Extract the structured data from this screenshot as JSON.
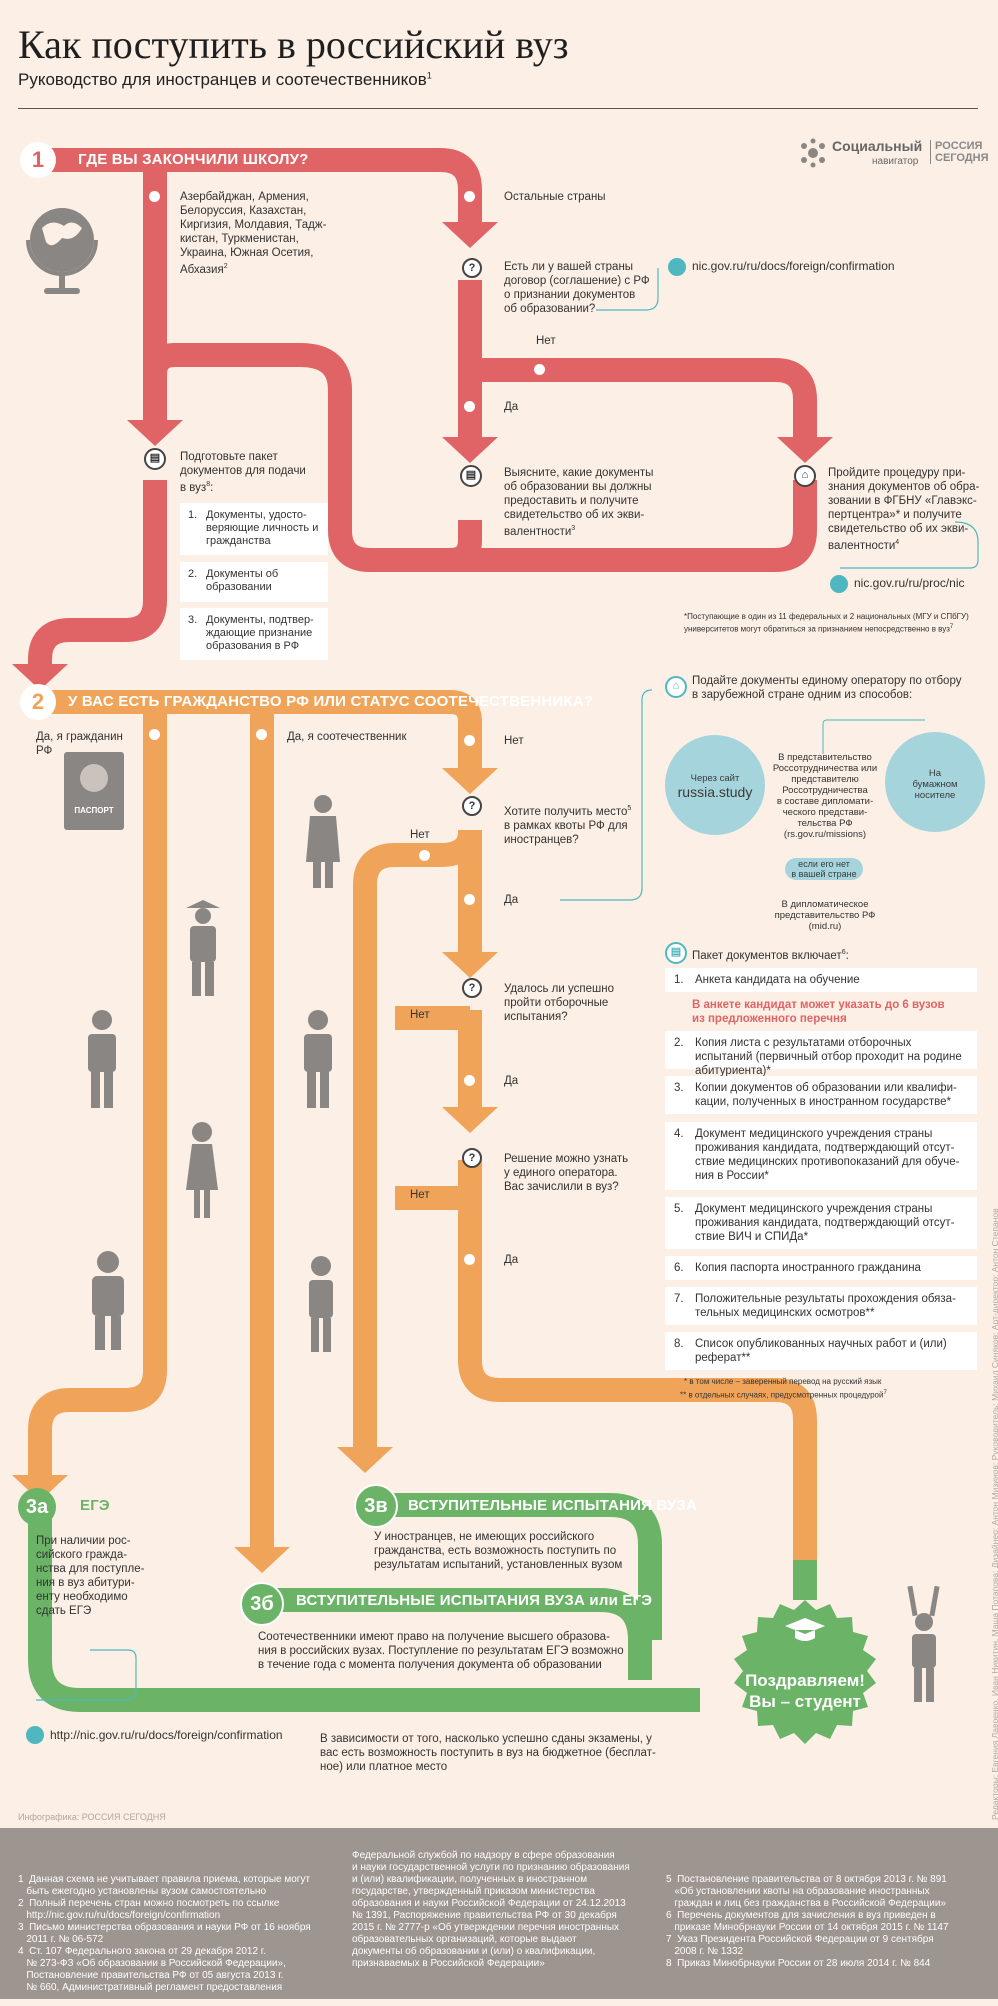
{
  "header": {
    "title": "Как поступить в российский вуз",
    "subtitle": "Руководство для иностранцев и соотечественников",
    "subtitle_sup": "1"
  },
  "logo": {
    "name": "Социальный",
    "sub": "навигатор",
    "brand": "РОССИЯ СЕГОДНЯ"
  },
  "colors": {
    "red": "#e06465",
    "orange": "#f0a45a",
    "green": "#6bb367",
    "teal": "#4fb7bf",
    "gray": "#8a8683"
  },
  "s1": {
    "num": "1",
    "title": "ГДЕ ВЫ ЗАКОНЧИЛИ ШКОЛУ?",
    "countries": [
      "Азербайджан, Армения,",
      "Белоруссия, Казахстан,",
      "Киргизия, Молдавия, Тадж-",
      "кистан, Туркменистан,",
      "Украина, Южная Осетия,",
      "Абхазия"
    ],
    "countries_sup": "2",
    "other": "Остальные страны",
    "question": [
      "Есть ли у вашей страны",
      "договор (соглашение) с РФ",
      "о признании документов",
      "об образовании?"
    ],
    "link1": "nic.gov.ru/ru/docs/foreign/confirmation",
    "no": "Нет",
    "yes": "Да",
    "prepare": [
      "Подготовьте пакет",
      "документов для подачи",
      "в вуз"
    ],
    "prepare_sup": "8",
    "prepare_colon": ":",
    "docs": [
      {
        "n": "1.",
        "t": "Документы, удосто-веряющие личность и гражданства"
      },
      {
        "n": "2.",
        "t": "Документы об образовании"
      },
      {
        "n": "3.",
        "t": "Документы, подтвер-ждающие признание образования в РФ"
      }
    ],
    "findout": [
      "Выясните, какие документы",
      "об образовании вы должны",
      "предоставить и получите",
      "свидетельство об их экви-",
      "валентности"
    ],
    "findout_sup": "3",
    "procedure": [
      "Пройдите процедуру при-",
      "знания документов об обра-",
      "зовании в ФГБНУ «Главэкс-",
      "пертцентра»* и получите",
      "свидетельство об их экви-",
      "валентности"
    ],
    "procedure_sup": "4",
    "link2": "nic.gov.ru/ru/proc/nic",
    "note": [
      "*Поступающие в один из 11 федеральных и 2 национальных (МГУ и СПбГУ)",
      "университетов могут обратиться за признанием непосредственно в вуз"
    ],
    "note_sup": "7"
  },
  "s2": {
    "num": "2",
    "title": "У ВАС ЕСТЬ ГРАЖДАНСТВО РФ ИЛИ СТАТУС СООТЕЧЕСТВЕННИКА?",
    "citizen": [
      "Да, я гражданин",
      "РФ"
    ],
    "passport": "ПАСПОРТ",
    "compatriot": "Да, я соотечественник",
    "no": "Нет",
    "q1": [
      "Хотите получить место",
      "в рамках квоты РФ для",
      "иностранцев?"
    ],
    "q1_sup": "5",
    "q2": [
      "Удалось ли успешно",
      "пройти отборочные",
      "испытания?"
    ],
    "q3": [
      "Решение можно узнать",
      "у единого оператора.",
      "Вас зачислили в вуз?"
    ],
    "no_label": "Нет",
    "yes_label": "Да",
    "submit": [
      "Подайте документы единому оператору по отбору",
      "в зарубежной стране одним из способов:"
    ],
    "site_label": "Через сайт",
    "site": "russia.study",
    "rep": [
      "В представительство",
      "Россотрудничества или",
      "представителю",
      "Россотрудничества",
      "в составе дипломати-",
      "ческого представи-",
      "тельства РФ",
      "(rs.gov.ru/missions)"
    ],
    "paper": [
      "На",
      "бумажном",
      "носителе"
    ],
    "ifnot": [
      "если его нет",
      "в вашей стране"
    ],
    "dip": [
      "В дипломатическое",
      "представительство РФ",
      "(mid.ru)"
    ],
    "package_title": "Пакет документов включает",
    "package_sup": "6",
    "package": [
      {
        "n": "1.",
        "t": "Анкета кандидата на обучение"
      },
      {
        "n": "2.",
        "t": "Копия листа с результатами отборочных испытаний (первичный отбор проходит на родине абитуриента)*"
      },
      {
        "n": "3.",
        "t": "Копии документов об образовании или квалифи-кации, полученных в иностранном государстве*"
      },
      {
        "n": "4.",
        "t": "Документ медицинского учреждения страны проживания кандидата, подтверждающий отсут-ствие медицинских противопоказаний для обуче-ния в России*"
      },
      {
        "n": "5.",
        "t": "Документ медицинского учреждения страны проживания кандидата, подтверждающий отсут-ствие ВИЧ и СПИДа*"
      },
      {
        "n": "6.",
        "t": "Копия паспорта иностранного гражданина"
      },
      {
        "n": "7.",
        "t": "Положительные результаты прохождения обяза-тельных медицинских осмотров**"
      },
      {
        "n": "8.",
        "t": "Список опубликованных научных работ и (или) реферат**"
      }
    ],
    "warning": [
      "В анкете кандидат может указать до 6 вузов",
      "из предложенного перечня"
    ],
    "fn1": "* в том числе – заверенный перевод на русский язык",
    "fn2": "** в отдельных случаях, предусмотренных процедурой",
    "fn2_sup": "7"
  },
  "s3": {
    "a_num": "3а",
    "a_title": "ЕГЭ",
    "a_text": [
      "При наличии рос-",
      "сийского гражда-",
      "нства для поступле-",
      "ния в вуз абитури-",
      "енту необходимо",
      "сдать ЕГЭ"
    ],
    "link": "http://nic.gov.ru/ru/docs/foreign/confirmation",
    "b_num": "3б",
    "b_title": "ВСТУПИТЕЛЬНЫЕ ИСПЫТАНИЯ ВУЗА или ЕГЭ",
    "b_text": [
      "Соотечественники имеют право на получение высшего образова-",
      "ния в российских вузах. Поступление по результатам ЕГЭ возможно",
      "в течение года с момента получения документа об образовании"
    ],
    "v_num": "3в",
    "v_title": "ВСТУПИТЕЛЬНЫЕ ИСПЫТАНИЯ ВУЗА",
    "v_text": [
      "У иностранцев, не имеющих российского",
      "гражданства, есть возможность поступить по",
      "результатам испытаний, установленных вузом"
    ],
    "final": [
      "В зависимости от того, насколько успешно сданы экзамены, у",
      "вас есть возможность поступить в вуз на бюджетное (бесплат-",
      "ное) или платное место"
    ],
    "congrats": [
      "Поздравляем!",
      "Вы – студент"
    ]
  },
  "credits": {
    "left": "Инфографика: РОССИЯ СЕГОДНЯ",
    "side": "Редакторы: Евгения Лавренко, Иван Никитин, Маша Потапова; Дизайнер: Антон Мизинов; Руководитель: Михаил Синяков; Арт-директор: Антон Степанов"
  },
  "footnotes": {
    "col1": [
      "1  Данная схема не учитывает правила приема, которые могут",
      "   быть ежегодно установлены вузом самостоятельно",
      "2  Полный перечень стран можно посмотреть по ссылке",
      "   http://nic.gov.ru/ru/docs/foreign/confirmation",
      "3  Письмо министерства образования и науки РФ от 16 ноября",
      "   2011 г. № 06-572",
      "4  Ст. 107 Федерального закона от 29 декабря 2012 г.",
      "   № 273-ФЗ «Об образовании в Российской Федерации»,",
      "   Постановление правительства РФ от 05 августа 2013 г.",
      "   № 660, Административный регламент предоставления"
    ],
    "col2": [
      "Федеральной службой по надзору в сфере образования",
      "и науки государственной услуги по признанию образования",
      "и (или) квалификации, полученных в иностранном",
      "государстве, утвержденный приказом министерства",
      "образования и науки Российской Федерации от 24.12.2013",
      "№ 1391, Распоряжение правительства РФ от 30 декабря",
      "2015 г. № 2777-р «Об утверждении перечня иностранных",
      "образовательных организаций, которые выдают",
      "документы об образовании и (или) о квалификации,",
      "признаваемых в Российской Федерации»"
    ],
    "col3": [
      "5  Постановление правительства от 8 октября 2013 г. № 891",
      "   «Об установлении квоты на образование иностранных",
      "   граждан и лиц без гражданства в Российской Федерации»",
      "6  Перечень документов для зачисления в вуз приведен в",
      "   приказе Минобрнауки России от 14 октября 2015 г. № 1147",
      "7  Указ Президента Российской Федерации от 9 сентября",
      "   2008 г. № 1332",
      "8  Приказ Минобрнауки России от 28 июля 2014 г. № 844"
    ]
  }
}
